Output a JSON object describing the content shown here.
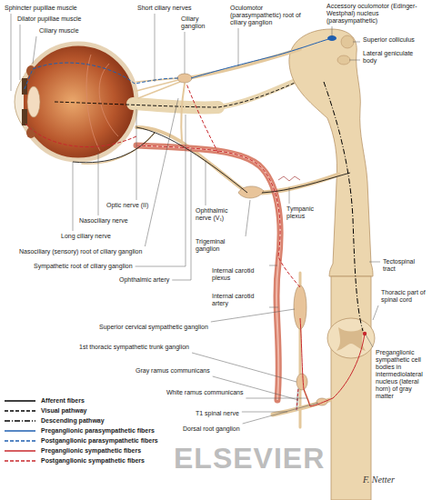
{
  "diagram": {
    "labels": [
      "Sphincter pupillae muscle",
      "Dilator pupillae muscle",
      "Ciliary muscle",
      "Short ciliary nerves",
      "Ciliary ganglion",
      "Oculomotor (parasympathetic) root of ciliary ganglion",
      "Accessory oculomotor (Edinger-Westphal) nucleus (parasympathetic)",
      "Superior colliculus",
      "Lateral geniculate body",
      "Optic nerve (II)",
      "Nasociliary nerve",
      "Long ciliary nerve",
      "Nasociliary (sensory) root of ciliary ganglion",
      "Sympathetic root of ciliary ganglion",
      "Ophthalmic artery",
      "Ophthalmic nerve (V₁)",
      "Trigeminal ganglion",
      "Tympanic plexus",
      "Internal carotid plexus",
      "Internal carotid artery",
      "Tectospinal tract",
      "Thoracic part of spinal cord",
      "Superior cervical sympathetic ganglion",
      "1st thoracic sympathetic trunk ganglion",
      "Gray ramus communicans",
      "White ramus communicans",
      "T1 spinal nerve",
      "Dorsal root ganglion",
      "Preganglionic sympathetic cell bodies in intermediolateral nucleus (lateral horn) of gray matter",
      "ELSEVIER",
      "F. Netter"
    ],
    "legend": [
      {
        "text": "Afferent fibers"
      },
      {
        "text": "Visual pathway"
      },
      {
        "text": "Descending pathway"
      },
      {
        "text": "Preganglionic parasympathetic fibers"
      },
      {
        "text": "Postganglionic parasympathetic fibers"
      },
      {
        "text": "Preganglionic sympathetic fibers"
      },
      {
        "text": "Postganglionic sympathetic fibers"
      }
    ]
  }
}
